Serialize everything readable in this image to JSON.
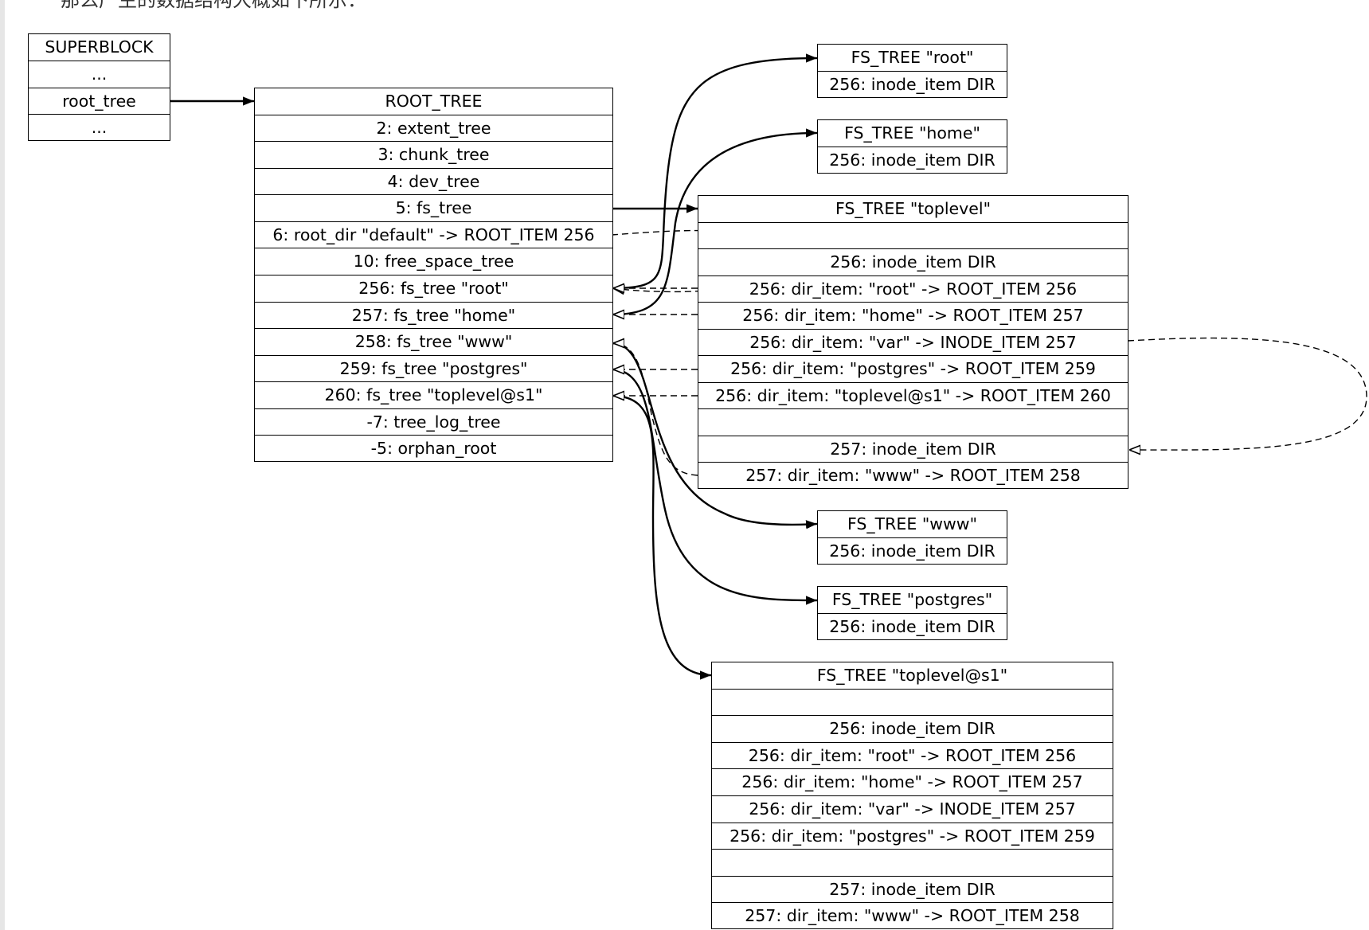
{
  "caption": "那么产生的数据结构大概如下所示：",
  "superblock": {
    "rows": [
      "SUPERBLOCK",
      "...",
      "root_tree",
      "..."
    ]
  },
  "root_tree": {
    "rows": [
      "ROOT_TREE",
      "2: extent_tree",
      "3: chunk_tree",
      "4: dev_tree",
      "5: fs_tree",
      "6: root_dir \"default\" -> ROOT_ITEM 256",
      "10: free_space_tree",
      "256: fs_tree \"root\"",
      "257: fs_tree \"home\"",
      "258: fs_tree \"www\"",
      "259: fs_tree \"postgres\"",
      "260: fs_tree \"toplevel@s1\"",
      "-7: tree_log_tree",
      "-5: orphan_root"
    ]
  },
  "fs_root": {
    "rows": [
      "FS_TREE \"root\"",
      "256: inode_item DIR"
    ]
  },
  "fs_home": {
    "rows": [
      "FS_TREE \"home\"",
      "256: inode_item DIR"
    ]
  },
  "fs_toplevel": {
    "rows": [
      "FS_TREE \"toplevel\"",
      "",
      "256: inode_item DIR",
      "256: dir_item: \"root\" -> ROOT_ITEM 256",
      "256: dir_item: \"home\" -> ROOT_ITEM 257",
      "256: dir_item: \"var\" -> INODE_ITEM 257",
      "256: dir_item: \"postgres\" -> ROOT_ITEM 259",
      "256: dir_item: \"toplevel@s1\" -> ROOT_ITEM 260",
      "",
      "257: inode_item DIR",
      "257: dir_item: \"www\" -> ROOT_ITEM 258"
    ]
  },
  "fs_www": {
    "rows": [
      "FS_TREE \"www\"",
      "256: inode_item DIR"
    ]
  },
  "fs_postgres": {
    "rows": [
      "FS_TREE \"postgres\"",
      "256: inode_item DIR"
    ]
  },
  "fs_toplevel_s1": {
    "rows": [
      "FS_TREE \"toplevel@s1\"",
      "",
      "256: inode_item DIR",
      "256: dir_item: \"root\" -> ROOT_ITEM 256",
      "256: dir_item: \"home\" -> ROOT_ITEM 257",
      "256: dir_item: \"var\" -> INODE_ITEM 257",
      "256: dir_item: \"postgres\" -> ROOT_ITEM 259",
      "",
      "257: inode_item DIR",
      "257: dir_item: \"www\" -> ROOT_ITEM 258"
    ]
  }
}
